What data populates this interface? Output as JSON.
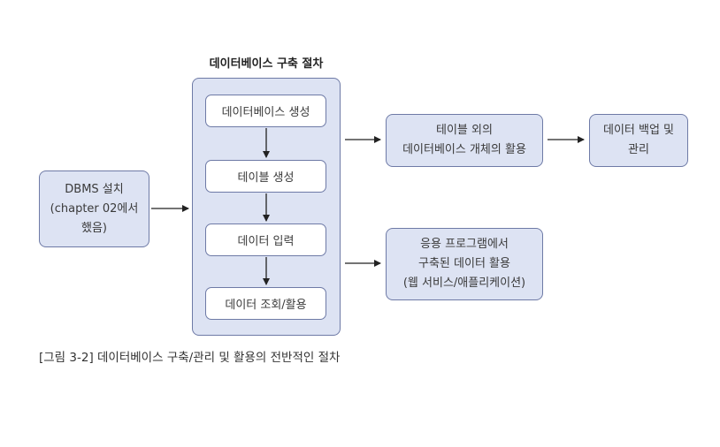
{
  "title": "데이터베이스 구축 절차",
  "dbms_box": "DBMS 설치\n(chapter 02에서\n했음)",
  "steps": [
    "데이터베이스 생성",
    "테이블 생성",
    "데이터 입력",
    "데이터 조회/활용"
  ],
  "other_objects_box": "테이블 외의\n데이터베이스 개체의 활용",
  "backup_box": "데이터 백업 및\n관리",
  "application_box": "응용 프로그램에서\n구축된 데이터 활용\n(웹 서비스/애플리케이션)",
  "caption": "[그림 3-2] 데이터베이스 구축/관리 및 활용의 전반적인 절차"
}
